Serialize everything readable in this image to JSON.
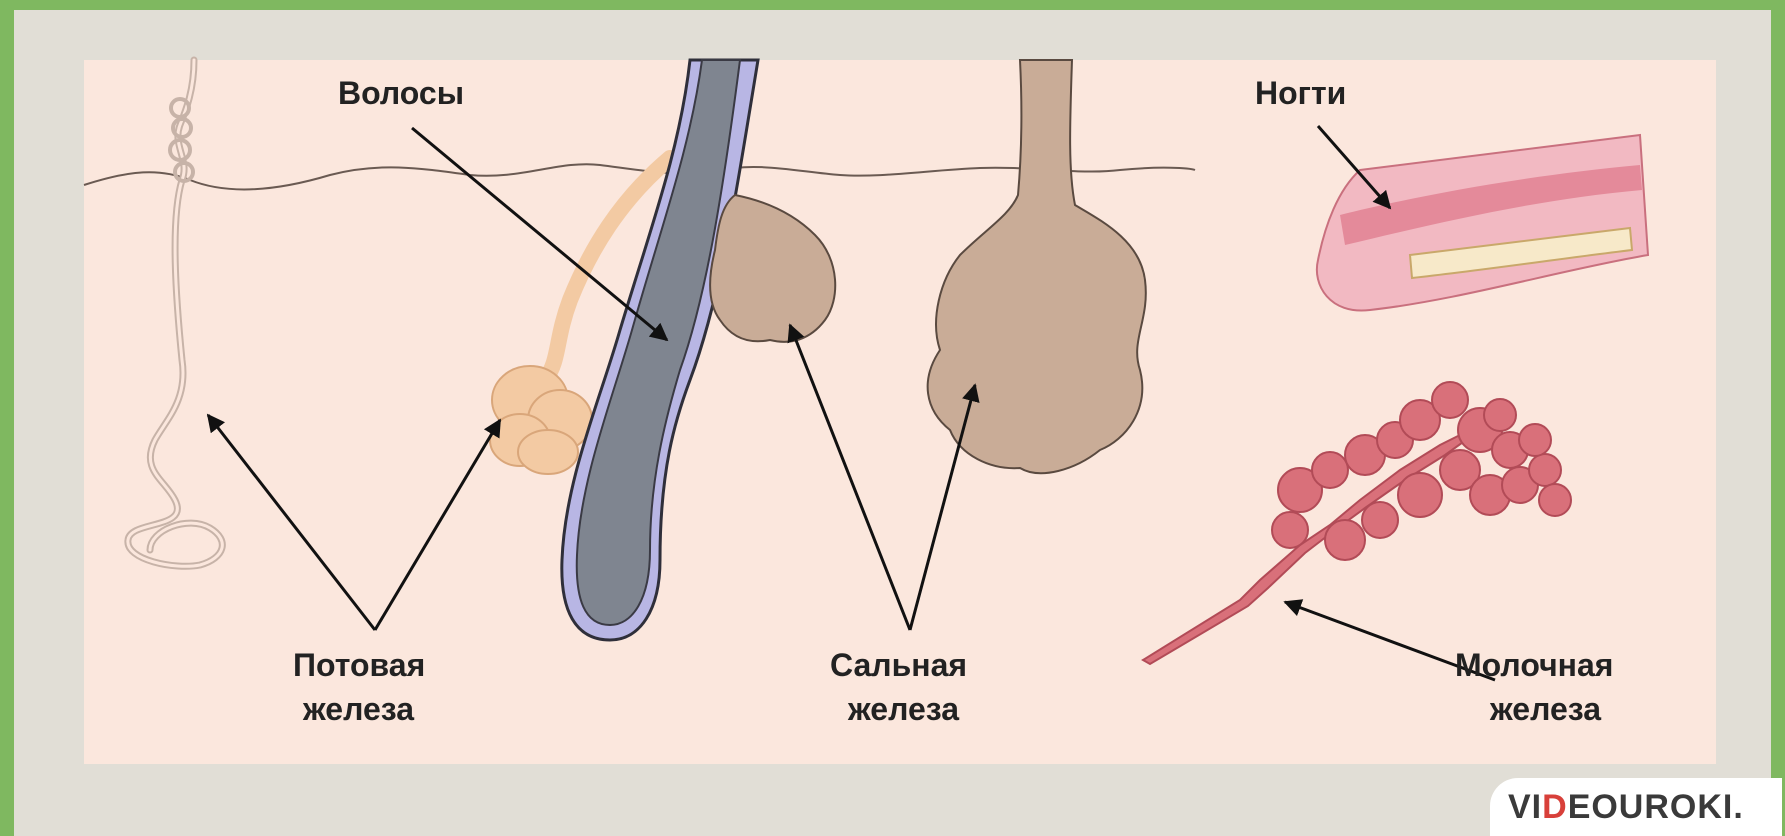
{
  "labels": {
    "hair": "Волосы",
    "nails": "Ногти",
    "sweat_gland": [
      "Потовая",
      "железа"
    ],
    "sebaceous_gland": [
      "Сальная",
      "железа"
    ],
    "mammary_gland": [
      "Молочная",
      "железа"
    ]
  },
  "logo": {
    "text": "VIDEOUROKI.",
    "prefix": "VI",
    "accent": "D",
    "rest": "EOUROKI",
    "suffix": "."
  },
  "colors": {
    "border": "#7fb860",
    "frame": "#e1ded6",
    "skin": "#fbe7dd",
    "hair_shaft": "#7f8590",
    "hair_sheath": "#b8b6e4",
    "sebaceous": "#c9ac97",
    "sweat_coil": "#f3caa3",
    "nail": "#e69aa8",
    "mammary": "#d9707a",
    "logo_accent": "#d8403a"
  }
}
